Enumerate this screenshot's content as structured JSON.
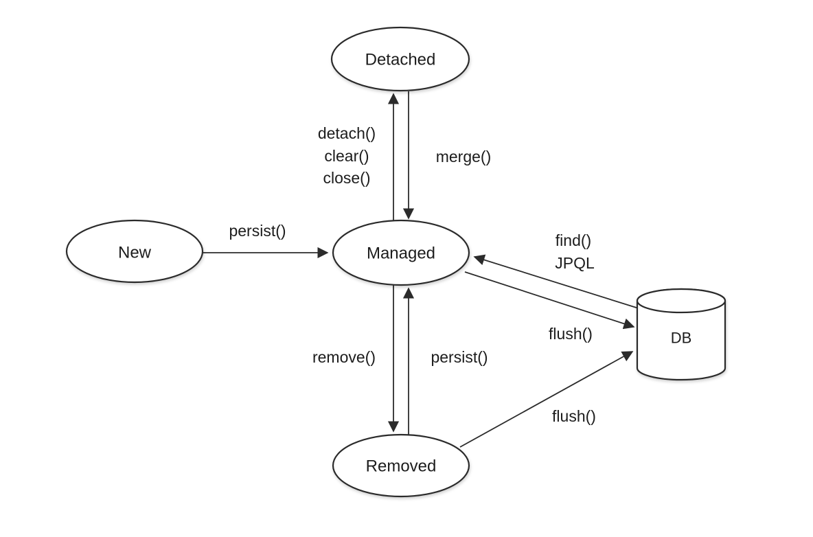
{
  "diagram": {
    "description": "Entity lifecycle state diagram",
    "colors": {
      "stroke": "#2b2b2b",
      "text": "#1c1c1c",
      "fill": "#ffffff",
      "bg": "#ffffff"
    },
    "nodes": {
      "new": {
        "label": "New",
        "shape": "ellipse"
      },
      "managed": {
        "label": "Managed",
        "shape": "ellipse"
      },
      "detached": {
        "label": "Detached",
        "shape": "ellipse"
      },
      "removed": {
        "label": "Removed",
        "shape": "ellipse"
      },
      "db": {
        "label": "DB",
        "shape": "cylinder"
      }
    },
    "edges": {
      "persist_new_managed": {
        "from": "New",
        "to": "Managed",
        "label": "persist()"
      },
      "detach_managed_detached": {
        "from": "Managed",
        "to": "Detached",
        "label_lines": [
          "detach()",
          "clear()",
          "close()"
        ]
      },
      "merge_detached_managed": {
        "from": "Detached",
        "to": "Managed",
        "label": "merge()"
      },
      "remove_managed_removed": {
        "from": "Managed",
        "to": "Removed",
        "label": "remove()"
      },
      "persist_removed_managed": {
        "from": "Removed",
        "to": "Managed",
        "label": "persist()"
      },
      "find_db_managed": {
        "from": "DB",
        "to": "Managed",
        "label_lines": [
          "find()",
          "JPQL"
        ]
      },
      "flush_managed_db": {
        "from": "Managed",
        "to": "DB",
        "label": "flush()"
      },
      "flush_removed_db": {
        "from": "Removed",
        "to": "DB",
        "label": "flush()"
      }
    }
  }
}
